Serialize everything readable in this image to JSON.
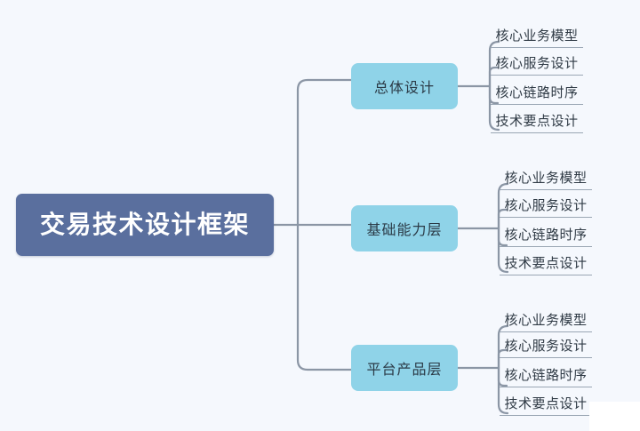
{
  "diagram": {
    "type": "mind-map",
    "background_color": "#f5f8fd",
    "root": {
      "label": "交易技术设计框架",
      "fill_color": "#5a6f9e",
      "text_color": "#ffffff"
    },
    "branch_style": {
      "fill_color": "#8fd3e8",
      "text_color": "#2b3a46"
    },
    "edge_color": "#8b96a5",
    "leaf_underline_color": "#9aa6b4",
    "branches": [
      {
        "label": "总体设计",
        "leaves": [
          "核心业务模型",
          "核心服务设计",
          "核心链路时序",
          "技术要点设计"
        ]
      },
      {
        "label": "基础能力层",
        "leaves": [
          "核心业务模型",
          "核心服务设计",
          "核心链路时序",
          "技术要点设计"
        ]
      },
      {
        "label": "平台产品层",
        "leaves": [
          "核心业务模型",
          "核心服务设计",
          "核心链路时序",
          "技术要点设计"
        ]
      }
    ]
  }
}
